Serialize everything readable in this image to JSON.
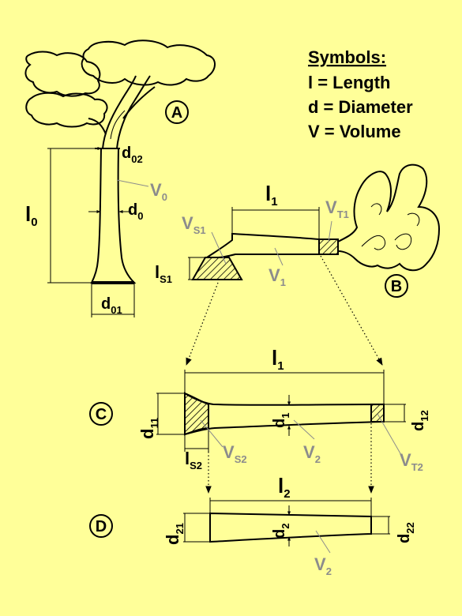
{
  "legend": {
    "title": "Symbols:",
    "items": [
      "l = Length",
      "d = Diameter",
      "V = Volume"
    ]
  },
  "panels": {
    "a": "A",
    "b": "B",
    "c": "C",
    "d": "D"
  },
  "labels": {
    "l0": "l",
    "l0_sub": "0",
    "d02": "d",
    "d02_sub": "02",
    "V0": "V",
    "V0_sub": "0",
    "d0": "d",
    "d0_sub": "0",
    "d01": "d",
    "d01_sub": "01",
    "l1": "l",
    "l1_sub": "1",
    "VS1": "V",
    "VS1_sub": "S1",
    "VT1": "V",
    "VT1_sub": "T1",
    "lS1": "l",
    "lS1_sub": "S1",
    "V1": "V",
    "V1_sub": "1",
    "l1c": "l",
    "l1c_sub": "1",
    "d11": "d",
    "d11_sub": "11",
    "d1": "d",
    "d1_sub": "1",
    "d12": "d",
    "d12_sub": "12",
    "lS2": "l",
    "lS2_sub": "S2",
    "VS2": "V",
    "VS2_sub": "S2",
    "V2c": "V",
    "V2c_sub": "2",
    "VT2": "V",
    "VT2_sub": "T2",
    "l2": "l",
    "l2_sub": "2",
    "d21": "d",
    "d21_sub": "21",
    "d2": "d",
    "d2_sub": "2",
    "d22": "d",
    "d22_sub": "22",
    "V2d": "V",
    "V2d_sub": "2"
  },
  "colors": {
    "background": "#ffff99",
    "ink": "#000000",
    "secondary_label": "#8c8c8c"
  }
}
